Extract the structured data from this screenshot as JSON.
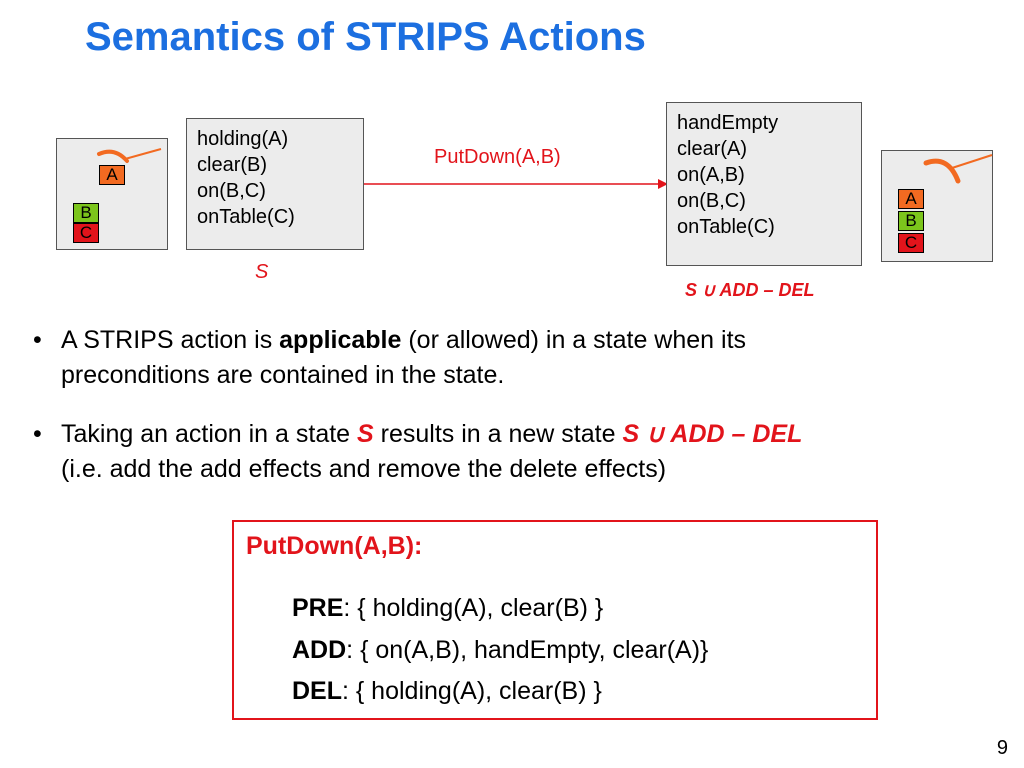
{
  "title": "Semantics of STRIPS Actions",
  "colors": {
    "title": "#1c6fe0",
    "accent_red": "#e2141b",
    "block_a": "#f26a21",
    "block_b": "#7cc51c",
    "block_c": "#e2141b",
    "hand": "#f26a21",
    "box_fill": "#ececec"
  },
  "diagram": {
    "before_world": {
      "blocks": [
        "A",
        "B",
        "C"
      ],
      "hand_icon": "gripper-holding-icon"
    },
    "before_state": {
      "facts": [
        "holding(A)",
        "clear(B)",
        "on(B,C)",
        "onTable(C)"
      ],
      "label": "S"
    },
    "action": {
      "label": "PutDown(A,B)"
    },
    "after_state": {
      "facts": [
        "handEmpty",
        "clear(A)",
        "on(A,B)",
        "on(B,C)",
        "onTable(C)"
      ],
      "label": "S ∪ ADD – DEL"
    },
    "after_world": {
      "blocks": [
        "A",
        "B",
        "C"
      ],
      "hand_icon": "gripper-empty-icon"
    }
  },
  "bullets": [
    {
      "mark": "•",
      "line1_a": "A STRIPS action is ",
      "line1_bold": "applicable",
      "line1_b": " (or allowed) in a state when its",
      "line2": "preconditions are contained in the state."
    },
    {
      "mark": "•",
      "line1_a": "Taking an action in a state ",
      "line1_s": "S",
      "line1_b": " results in a new state ",
      "line1_formula": "S ∪ ADD – DEL",
      "line2": "(i.e. add the add effects and remove the delete effects)"
    }
  ],
  "definition": {
    "title": "PutDown(A,B):",
    "pre_label": "PRE",
    "pre_value": ": { holding(A), clear(B) }",
    "add_label": "ADD",
    "add_value": ": { on(A,B), handEmpty, clear(A)}",
    "del_label": "DEL",
    "del_value": ":  { holding(A), clear(B) }"
  },
  "page_number": "9"
}
